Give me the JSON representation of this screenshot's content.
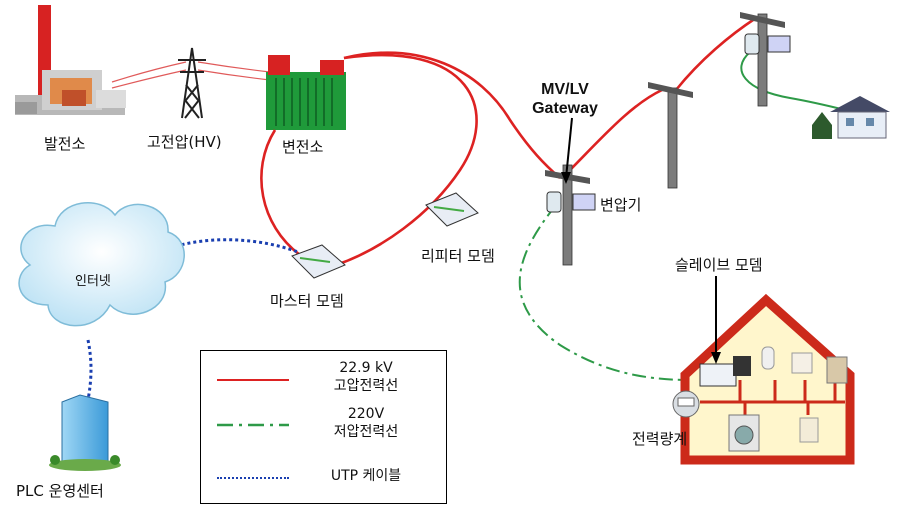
{
  "labels": {
    "power_plant": "발전소",
    "high_voltage": "고전압(HV)",
    "substation": "변전소",
    "gateway": "MV/LV\nGateway",
    "transformer": "변압기",
    "internet": "인터넷",
    "master_modem": "마스터 모뎀",
    "repeater_modem": "리피터 모뎀",
    "slave_modem": "슬레이브 모뎀",
    "plc_center": "PLC 운영센터",
    "power_meter": "전력량계"
  },
  "legend": {
    "items": [
      {
        "line_1": "22.9 kV",
        "line_2": "고압전력선",
        "style": "solid",
        "color": "#dd2222"
      },
      {
        "line_1": "220V",
        "line_2": "저압전력선",
        "style": "dash-dot",
        "color": "#2e9a48"
      },
      {
        "line_1": "UTP 케이블",
        "line_2": "",
        "style": "dotted",
        "color": "#1a3fb0"
      }
    ]
  },
  "colors": {
    "hv_line": "#dd2222",
    "lv_line": "#2e9a48",
    "utp": "#1a3fb0",
    "house_outline": "#cc2a1a",
    "house_fill": "#fff6cc",
    "substation": "#1f9a3a"
  }
}
